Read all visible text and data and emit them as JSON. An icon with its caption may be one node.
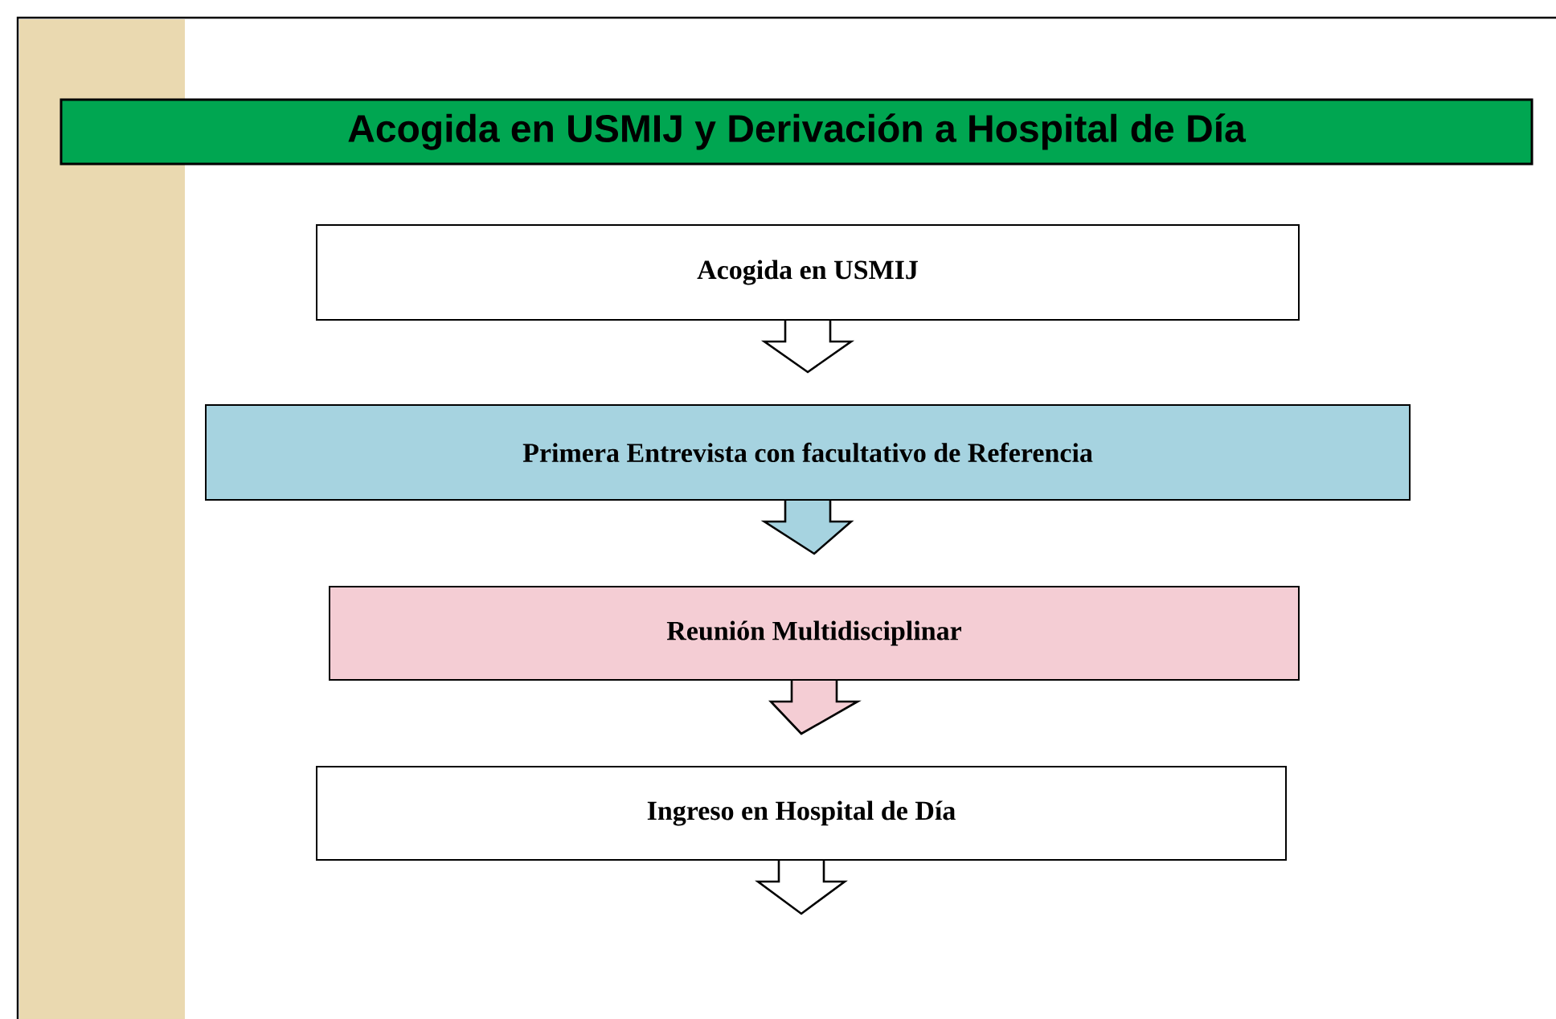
{
  "diagram": {
    "title": "Acogida en USMIJ y Derivación a Hospital de Día",
    "nodes": [
      {
        "text": [
          "Acogida en USMIJ"
        ]
      },
      {
        "text": [
          "Primera Entrevista con facultativo de Referencia"
        ]
      },
      {
        "text": [
          "Reunión Multidisciplinar"
        ]
      },
      {
        "text": [
          "Ingreso en Hospital de Día"
        ]
      }
    ],
    "edges": [
      {
        "from": 0,
        "to": 1,
        "arrow": "to"
      },
      {
        "from": 1,
        "to": 2,
        "arrow": "to"
      },
      {
        "from": 2,
        "to": 3,
        "arrow": "to"
      },
      {
        "from": 3,
        "to": null,
        "arrow": "to"
      }
    ]
  }
}
